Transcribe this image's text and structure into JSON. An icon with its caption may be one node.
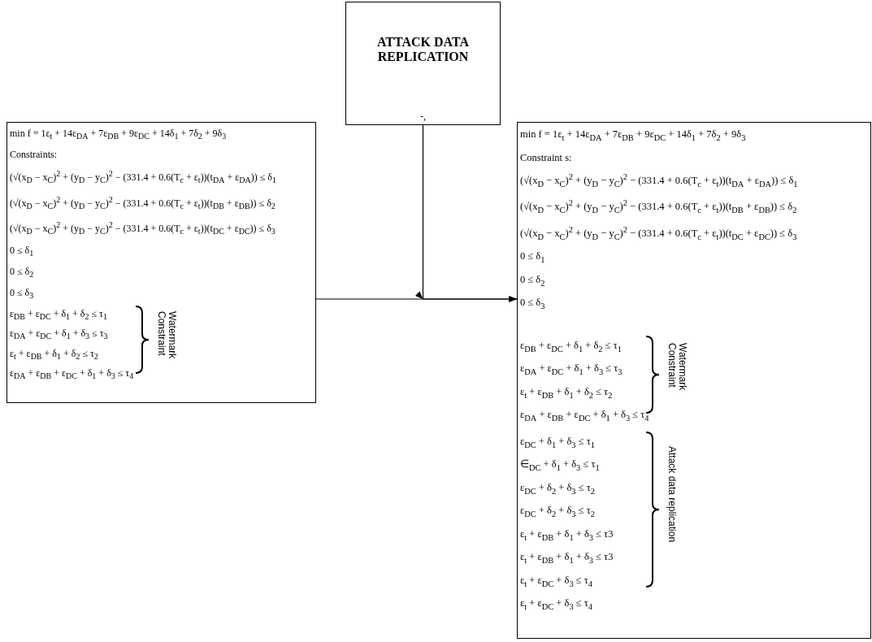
{
  "diagram": {
    "nodes": [
      {
        "text": [
          "ATTACK DATA REPLICATION",
          "-,"
        ]
      },
      {
        "text": [
          "min f = 1ε$_{t}$ + 14ε$_{DA}$ + 7ε$_{DB}$ + 9ε$_{DC}$ + 14δ$_{1}$ + 7δ$_{2}$ + 9δ$_{3}$",
          "Constraints:",
          "(√(x$_{D}$ − x$_{C}$)$^{2}$ + (y$_{D}$ − y$_{C}$)$^{2}$ − (331.4 + 0.6(T$_{c}$ + ε$_{t}$))(t$_{DA}$ + ε$_{DA}$)) ≤ δ$_{1}$",
          "(√(x$_{D}$ − x$_{C}$)$^{2}$ + (y$_{D}$ − y$_{C}$)$^{2}$ − (331.4 + 0.6(T$_{c}$ + ε$_{t}$))(t$_{DB}$ + ε$_{DB}$)) ≤ δ$_{2}$",
          "(√(x$_{D}$ − x$_{C}$)$^{2}$ + (y$_{D}$ − y$_{C}$)$^{2}$ − (331.4 + 0.6(T$_{c}$ + ε$_{t}$))(t$_{DC}$ + ε$_{DC}$)) ≤ δ$_{3}$",
          "0 ≤ δ$_{1}$",
          "0 ≤ δ$_{2}$",
          "0 ≤ δ$_{3}$",
          "ε$_{DB}$ + ε$_{DC}$ + δ$_{1}$ + δ$_{2}$ ≤ τ$_{1}$",
          "ε$_{DA}$ + ε$_{DC}$ + δ$_{1}$ + δ$_{3}$ ≤ τ$_{3}$",
          "ε$_{t}$ + ε$_{DB}$ + δ$_{1}$ + δ$_{2}$ ≤ τ$_{2}$",
          "ε$_{DA}$ + ε$_{DB}$ + ε$_{DC}$ + δ$_{1}$ + δ$_{3}$ ≤ τ$_{4}$",
          "Watermark Constraint"
        ]
      },
      {
        "text": [
          "min f = 1ε$_{t}$ + 14ε$_{DA}$ + 7ε$_{DB}$ + 9ε$_{DC}$ + 14δ$_{1}$ + 7δ$_{2}$ + 9δ$_{3}$",
          "Constraint s:",
          "(√(x$_{D}$ − x$_{C}$)$^{2}$ + (y$_{D}$ − y$_{C}$)$^{2}$ − (331.4 + 0.6(T$_{c}$ + ε$_{t}$))(t$_{DA}$ + ε$_{DA}$)) ≤ δ$_{1}$",
          "(√(x$_{D}$ − x$_{C}$)$^{2}$ + (y$_{D}$ − y$_{C}$)$^{2}$ − (331.4 + 0.6(T$_{c}$ + ε$_{t}$))(t$_{DB}$ + ε$_{DB}$)) ≤ δ$_{2}$",
          "(√(x$_{D}$ − x$_{C}$)$^{2}$ + (y$_{D}$ − y$_{C}$)$^{2}$ − (331.4 + 0.6(T$_{c}$ + ε$_{t}$))(t$_{DC}$ + ε$_{DC}$)) ≤ δ$_{3}$",
          "0 ≤ δ$_{1}$",
          "0 ≤ δ$_{2}$",
          "0 ≤ δ$_{3}$",
          "ε$_{DB}$ + ε$_{DC}$ + δ$_{1}$ + δ$_{2}$ ≤ τ$_{1}$",
          "ε$_{DA}$ + ε$_{DC}$ + δ$_{1}$ + δ$_{3}$ ≤ τ$_{3}$",
          "ε$_{t}$ + ε$_{DB}$ + δ$_{1}$ + δ$_{2}$ ≤ τ$_{2}$",
          "ε$_{DA}$ + ε$_{DB}$ + ε$_{DC}$ + δ$_{1}$ + δ$_{3}$ ≤ τ$_{4}$",
          "Watermark Constraint",
          "ε$_{DC}$ + δ$_{1}$ + δ$_{3}$ ≤ τ$_{1}$",
          "∈$_{DC}$ + δ$_{1}$ + δ$_{3}$ ≤ τ$_{1}$",
          "ε$_{DC}$ + δ$_{2}$ + δ$_{3}$ ≤ τ$_{2}$",
          "ε$_{DC}$ + δ$_{2}$ + δ$_{3}$ ≤ τ$_{2}$",
          "ε$_{t}$ + ε$_{DB}$ + δ$_{1}$ + δ$_{3}$ ≤ τ3",
          "ε$_{t}$ + ε$_{DB}$ + δ$_{1}$ + δ$_{3}$ ≤ τ3",
          "ε$_{t}$ + ε$_{DC}$ + δ$_{3}$ ≤ τ$_{4}$",
          "ε$_{t}$ + ε$_{DC}$ + δ$_{3}$ ≤ τ$_{4}$",
          "Attack data replication"
        ]
      }
    ],
    "edges": [
      {
        "from": 1,
        "to": 2,
        "arrow": "to"
      },
      {
        "from": 0,
        "to": 2,
        "arrow": "to"
      }
    ]
  }
}
